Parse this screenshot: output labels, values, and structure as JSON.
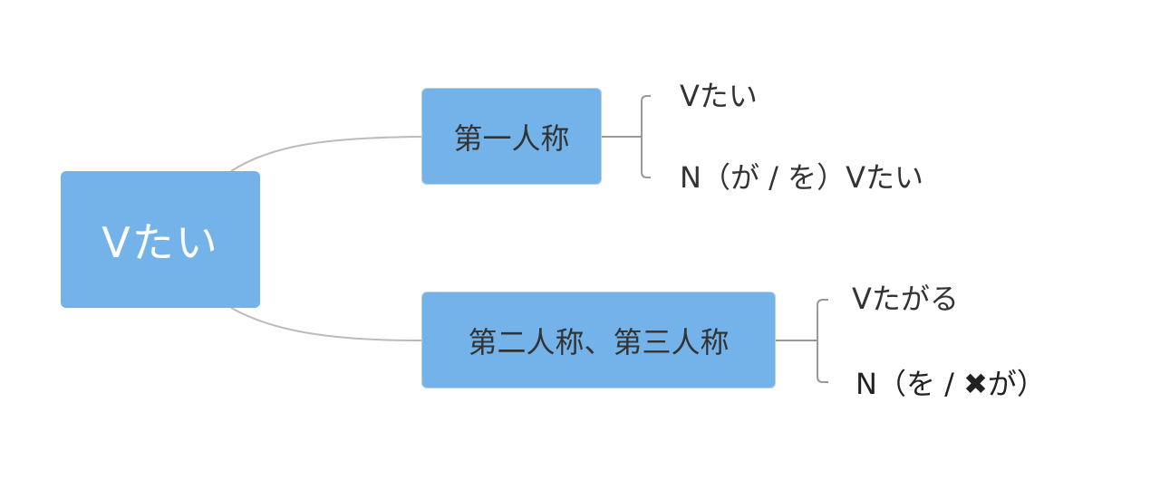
{
  "root": {
    "label": "Vたい"
  },
  "branches": [
    {
      "label": "第一人称",
      "leaves": [
        "Vたい",
        "N（が / を）Vたい"
      ]
    },
    {
      "label": "第二人称、第三人称",
      "leaves": [
        "Vたがる",
        "N（を / ✖が）"
      ]
    }
  ],
  "colors": {
    "node_fill": "#74b3ea",
    "connector": "#bbbbbb",
    "text": "#333333"
  }
}
